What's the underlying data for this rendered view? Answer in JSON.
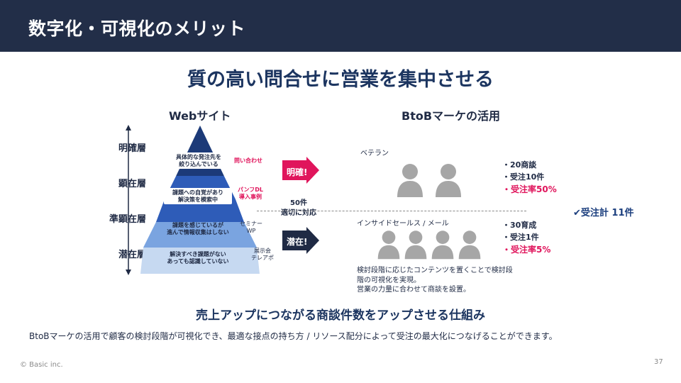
{
  "header": {
    "title": "数字化・可視化のメリット"
  },
  "headline": "質の高い問合せに営業を集中させる",
  "left": {
    "title": "Webサイト",
    "layers": [
      "明確層",
      "顕在層",
      "準顕在層",
      "潜在層"
    ],
    "pyramid_boxes": [
      "具体的な発注先を\n絞り込んでいる",
      "課題への自覚があり\n解決策を模索中",
      "課題を感じているが\n進んで情報収集はしない",
      "解決すべき課題がない\nあっても認識していない"
    ],
    "side_labels": [
      "問い合わせ",
      "パンフDL\n導入事例",
      "セミナー\nWP",
      "展示会\nテレアポ"
    ]
  },
  "arrows": {
    "top": "明確!",
    "bottom": "潜在!"
  },
  "mid_count": "50件\n適切に対応",
  "right": {
    "title": "BtoBマーケの活用",
    "top_segment": {
      "label": "ベテラン",
      "stats": [
        "・20商談",
        "・受注10件",
        "・受注率50%"
      ]
    },
    "bottom_segment": {
      "label": "インサイドセールス / メール",
      "stats": [
        "・30育成",
        "・受注1件",
        "・受注率5%"
      ]
    },
    "note": "検討段階に応じたコンテンツを置くことで検討段\n階の可視化を実現。\n営業の力量に合わせて商談を設置。"
  },
  "total": "✔受注計 11件",
  "subhead": "売上アップにつながる商談件数をアップさせる仕組み",
  "summary": "BtoBマーケの活用で顧客の検討段階が可視化でき、最適な接点の持ち方 / リソース配分によって受注の最大化につなげることができます。",
  "footer": {
    "copyright": "© Basic inc.",
    "page": "37"
  },
  "colors": {
    "header_bg": "#222e48",
    "headline": "#1c3560",
    "pyramid_top": "#1c3a78",
    "pyramid_mid": "#2e5cb8",
    "pyramid_lower": "#7aa4e0",
    "pyramid_base": "#c6d9f1",
    "accent_pink": "#e0155c",
    "person_gray": "#a6a6a6",
    "arrow_dark": "#1f2a44"
  },
  "icons": [
    "up-down-arrow-icon",
    "right-arrow-icon",
    "person-icon",
    "checkmark-icon"
  ]
}
